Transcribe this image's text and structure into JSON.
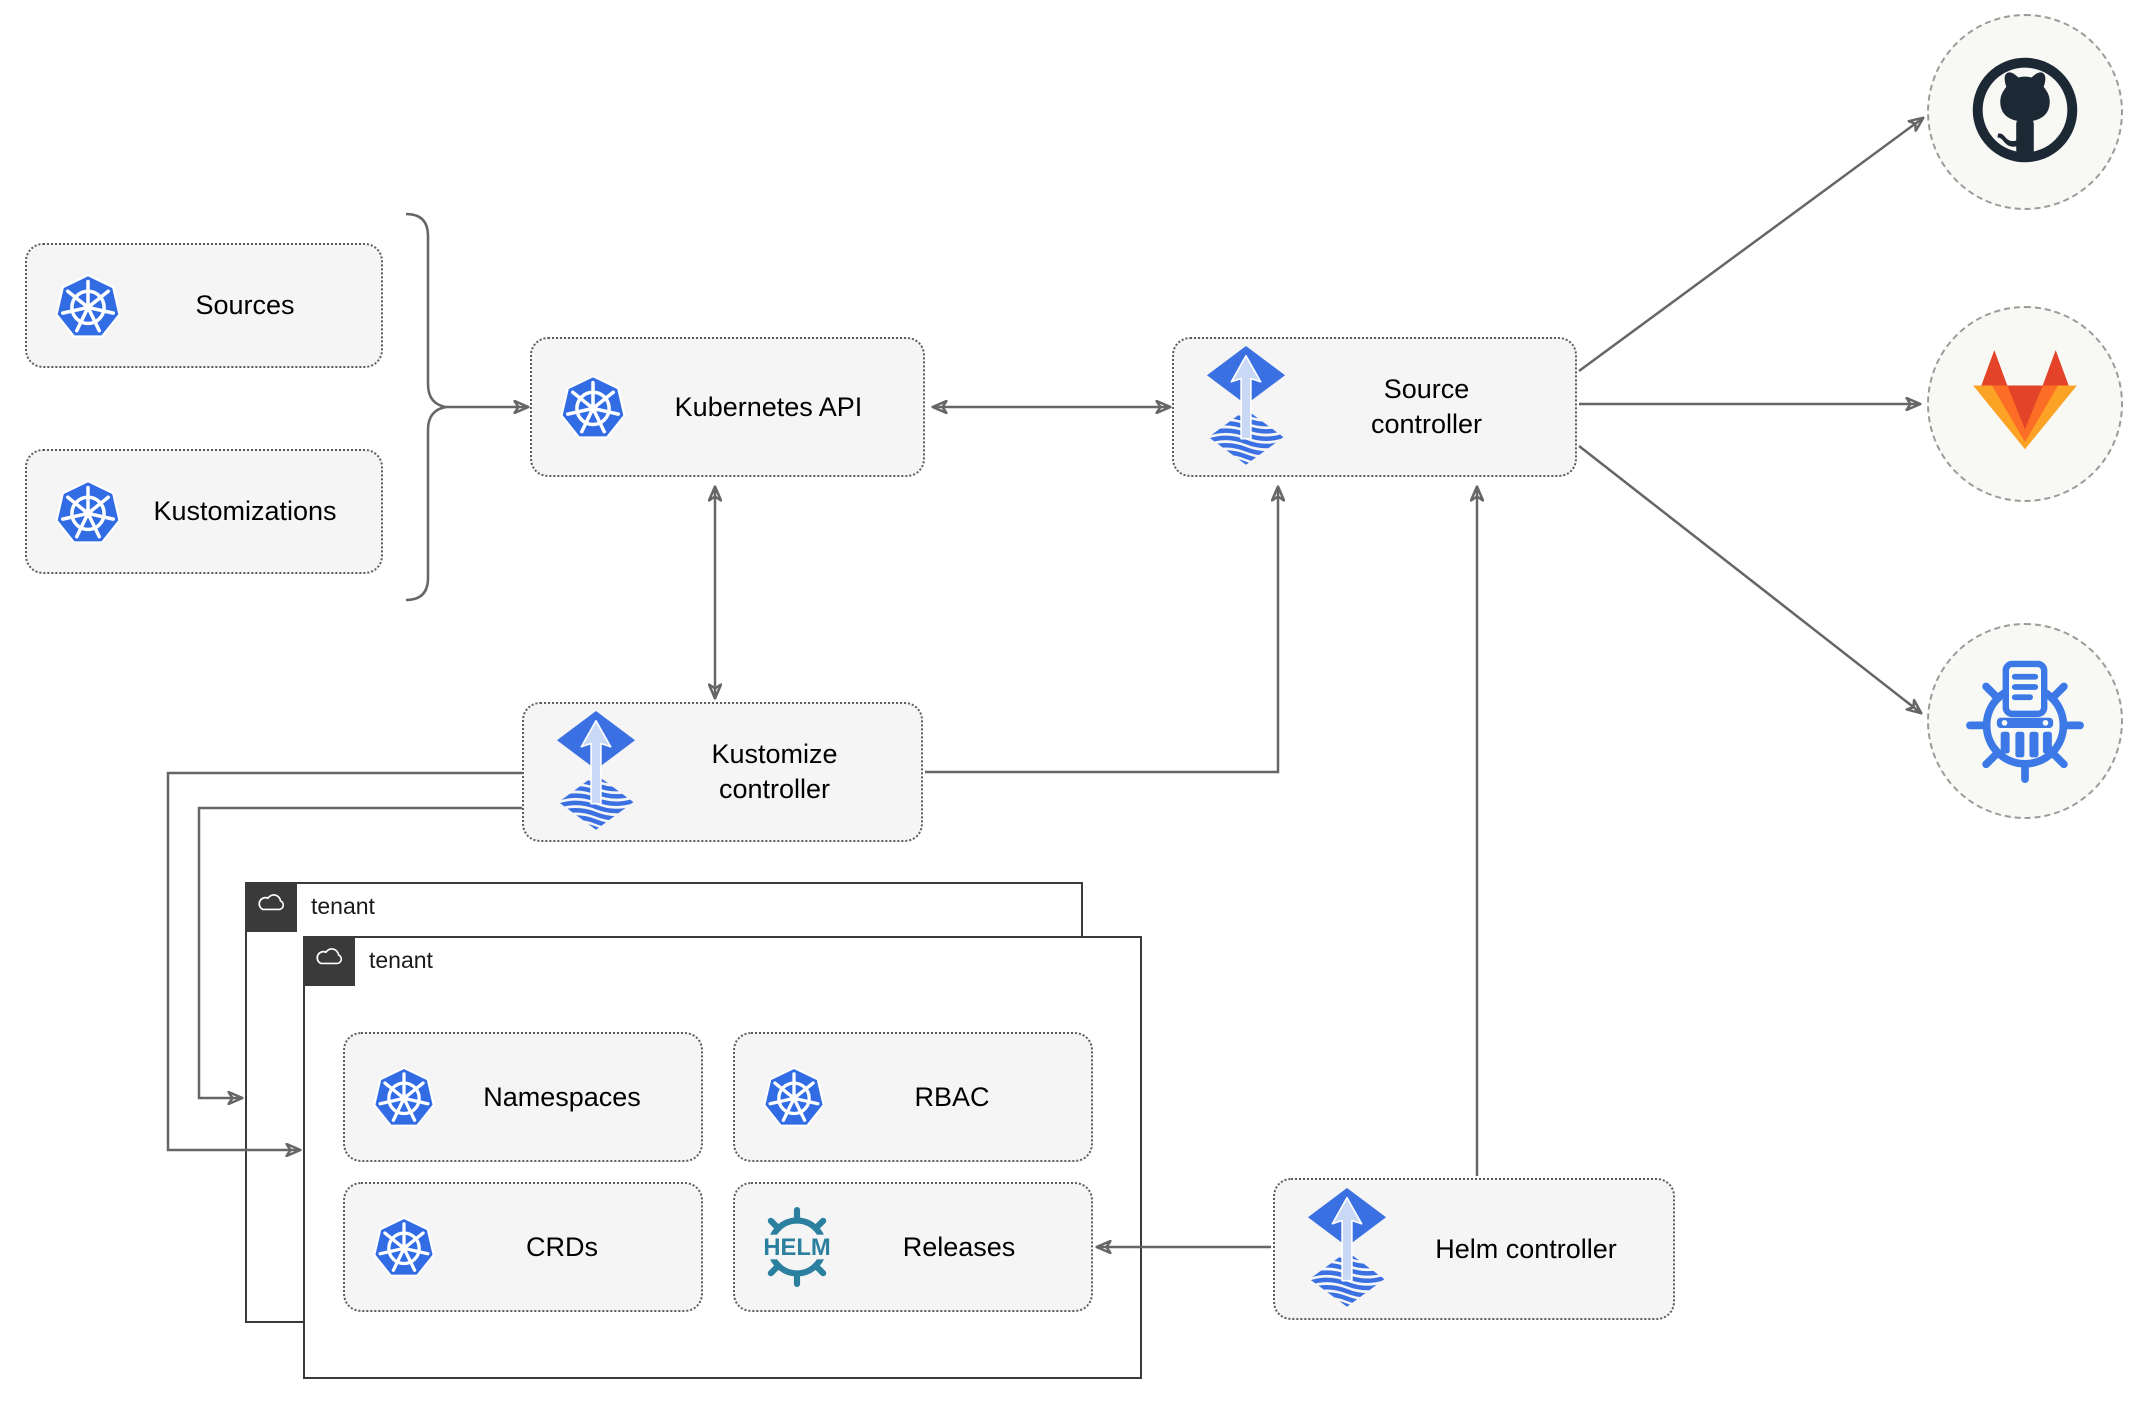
{
  "nodes": {
    "sources": {
      "label": "Sources",
      "icon": "kubernetes-icon"
    },
    "kustomizations": {
      "label": "Kustomizations",
      "icon": "kubernetes-icon"
    },
    "kubernetes_api": {
      "label": "Kubernetes API",
      "icon": "kubernetes-icon"
    },
    "source_controller": {
      "label": "Source controller",
      "icon": "flux-icon"
    },
    "kustomize_controller": {
      "label": "Kustomize controller",
      "icon": "flux-icon"
    },
    "helm_controller": {
      "label": "Helm controller",
      "icon": "flux-icon"
    },
    "namespaces": {
      "label": "Namespaces",
      "icon": "kubernetes-icon"
    },
    "rbac": {
      "label": "RBAC",
      "icon": "kubernetes-icon"
    },
    "crds": {
      "label": "CRDs",
      "icon": "kubernetes-icon"
    },
    "releases": {
      "label": "Releases",
      "icon": "helm-icon"
    }
  },
  "tenants": {
    "back": {
      "label": "tenant",
      "icon": "cloud-icon"
    },
    "front": {
      "label": "tenant",
      "icon": "cloud-icon"
    }
  },
  "externals": [
    {
      "name": "github",
      "icon": "github-icon"
    },
    {
      "name": "gitlab",
      "icon": "gitlab-icon"
    },
    {
      "name": "chartmuseum",
      "icon": "chartmuseum-icon"
    }
  ],
  "helm_icon_text": "HELM",
  "colors": {
    "kubernetes_blue": "#326ce5",
    "flux_blue": "#3a70e2",
    "flux_arrow_light": "#c9d8f4",
    "helm_teal": "#2b7f9f",
    "chartmuseum_blue": "#3c79e6",
    "github_dark": "#1d2835",
    "gitlab_orange_dark": "#e24329",
    "gitlab_orange": "#fc6d26",
    "gitlab_orange_light": "#fca326",
    "connector_gray": "#666666",
    "node_fill": "#f5f5f5",
    "node_border": "#5c5c5c",
    "tenant_header_dark": "#3a3a3a"
  }
}
